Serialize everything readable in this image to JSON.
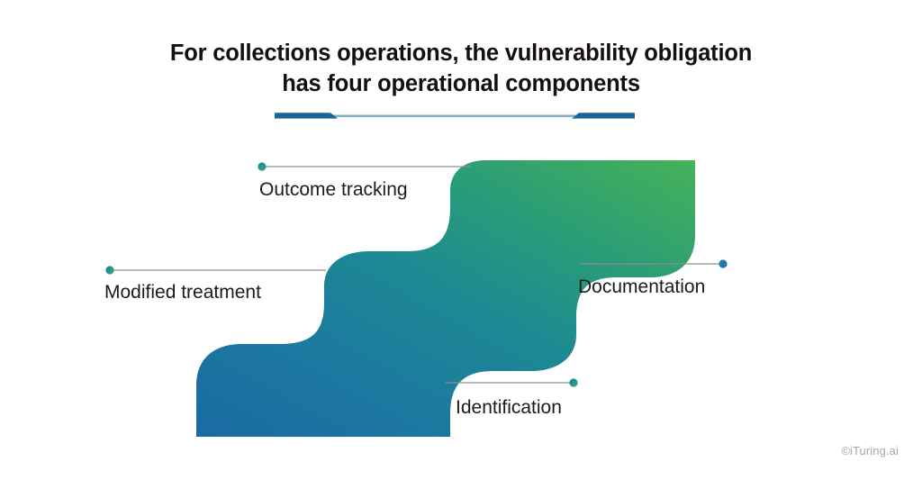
{
  "page": {
    "background_color": "#ffffff"
  },
  "header": {
    "title_line_1": "For collections operations, the vulnerability obligation",
    "title_line_2": "has four operational components",
    "title_color": "#15100f"
  },
  "divider": {
    "name": "title-divider",
    "cap_color": "#1b6694",
    "line_color": "#7fadc6"
  },
  "chart_data": {
    "type": "diagram",
    "subtype": "staircase-steps",
    "title": "For collections operations, the vulnerability obligation has four operational components",
    "step_count": 4,
    "direction": "ascending-left-to-right",
    "gradient": {
      "from": "#1f6a9e",
      "mid": "#1d8299",
      "to": "#43b05c",
      "angle_deg": 45
    },
    "steps": [
      {
        "order": 1,
        "label": "Identification",
        "level": 1,
        "connector_side": "right",
        "dot_color": "#1a8a86"
      },
      {
        "order": 2,
        "label": "Modified treatment",
        "level": 2,
        "connector_side": "left",
        "dot_color": "#2a8f7e"
      },
      {
        "order": 3,
        "label": "Outcome tracking",
        "level": 3,
        "connector_side": "left",
        "dot_color": "#20867f"
      },
      {
        "order": 4,
        "label": "Documentation",
        "level": 3,
        "connector_side": "right",
        "dot_color": "#1d7fb0"
      }
    ],
    "connector_line_color": "#8d8d8d",
    "label_color": "#1b1b1b"
  },
  "labels": {
    "outcome_tracking": "Outcome tracking",
    "modified_treatment": "Modified treatment",
    "documentation": "Documentation",
    "identification": "Identification"
  },
  "footer": {
    "watermark": "©iTuring.ai",
    "watermark_color": "#a8a8a8"
  }
}
